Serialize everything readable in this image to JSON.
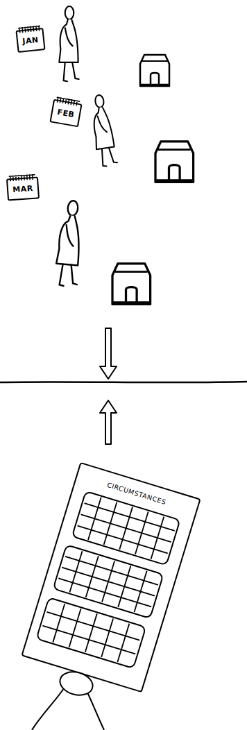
{
  "diagram": {
    "nodes": [
      {
        "text": [
          "JAN"
        ]
      },
      {
        "text": [
          "FEB"
        ]
      },
      {
        "text": [
          "MAR"
        ]
      },
      {
        "text": [
          "CIRCUMSTANCES"
        ]
      }
    ]
  }
}
